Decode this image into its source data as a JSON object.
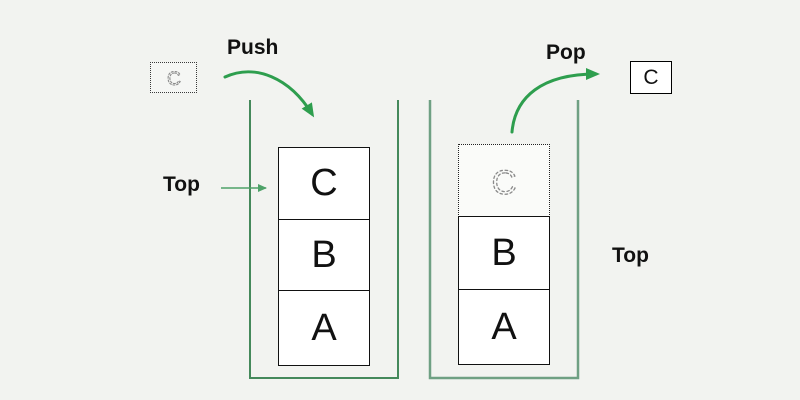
{
  "diagram": {
    "title_semantics": "stack push pop operations",
    "push_label": "Push",
    "pop_label": "Pop",
    "top_label_left": "Top",
    "top_label_right": "Top",
    "push_operand": "C",
    "pop_result": "C",
    "left_stack": {
      "items": [
        "C",
        "B",
        "A"
      ]
    },
    "right_stack": {
      "ghost_item": "C",
      "items": [
        "B",
        "A"
      ]
    },
    "colors": {
      "background": "#f2f3f0",
      "arrow_green": "#2e9e4e",
      "thin_arrow_green": "#4ea268",
      "left_container_stroke": "#45895b",
      "right_container_stroke": "#6fa083",
      "box_border": "#111111",
      "ghost_glyph_gray": "#8a8a8a"
    }
  }
}
